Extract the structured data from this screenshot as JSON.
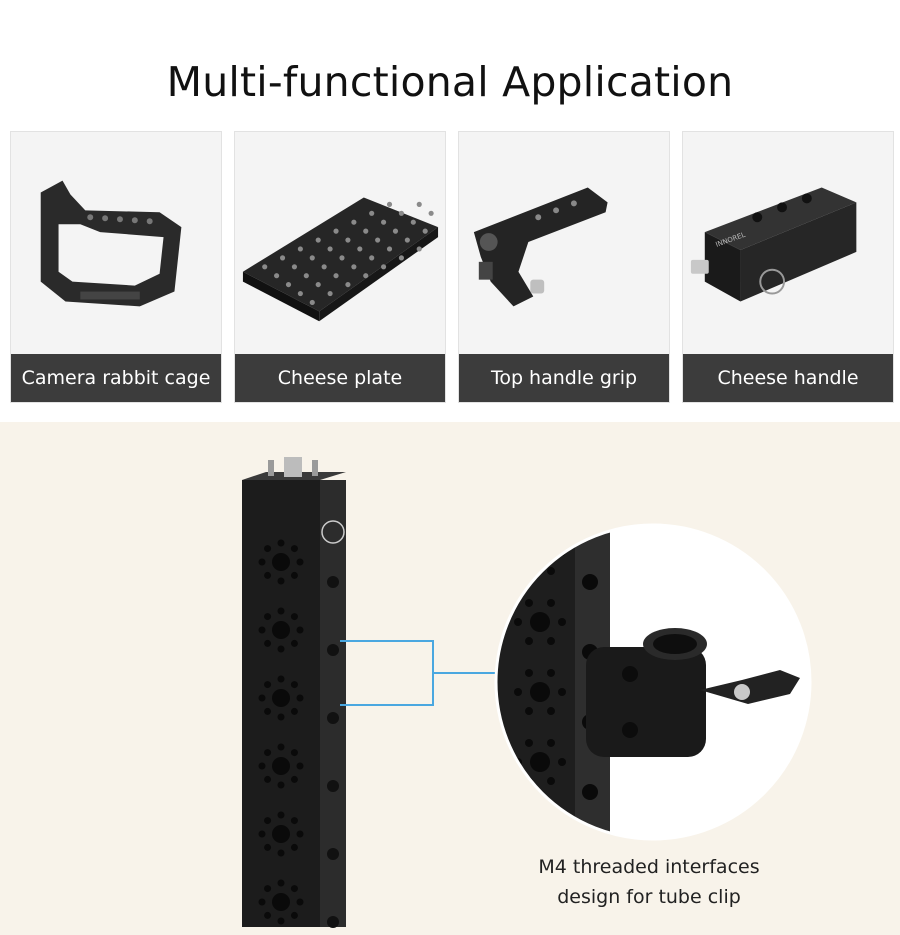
{
  "title": "Multi-functional Application",
  "applications": [
    {
      "label": "Camera rabbit cage",
      "icon": "camera-cage-image"
    },
    {
      "label": "Cheese plate",
      "icon": "cheese-plate-image"
    },
    {
      "label": "Top handle grip",
      "icon": "top-handle-image"
    },
    {
      "label": "Cheese handle",
      "icon": "cheese-handle-image"
    }
  ],
  "detail": {
    "caption_line1": "M4 threaded interfaces",
    "caption_line2": "design for tube clip"
  },
  "brand_mark": "INNOREL",
  "colors": {
    "label_bg": "#3c3c3c",
    "beige_bg": "#f8f3ea",
    "callout_line": "#4aa7e0",
    "metal": "#1e1e1e"
  }
}
